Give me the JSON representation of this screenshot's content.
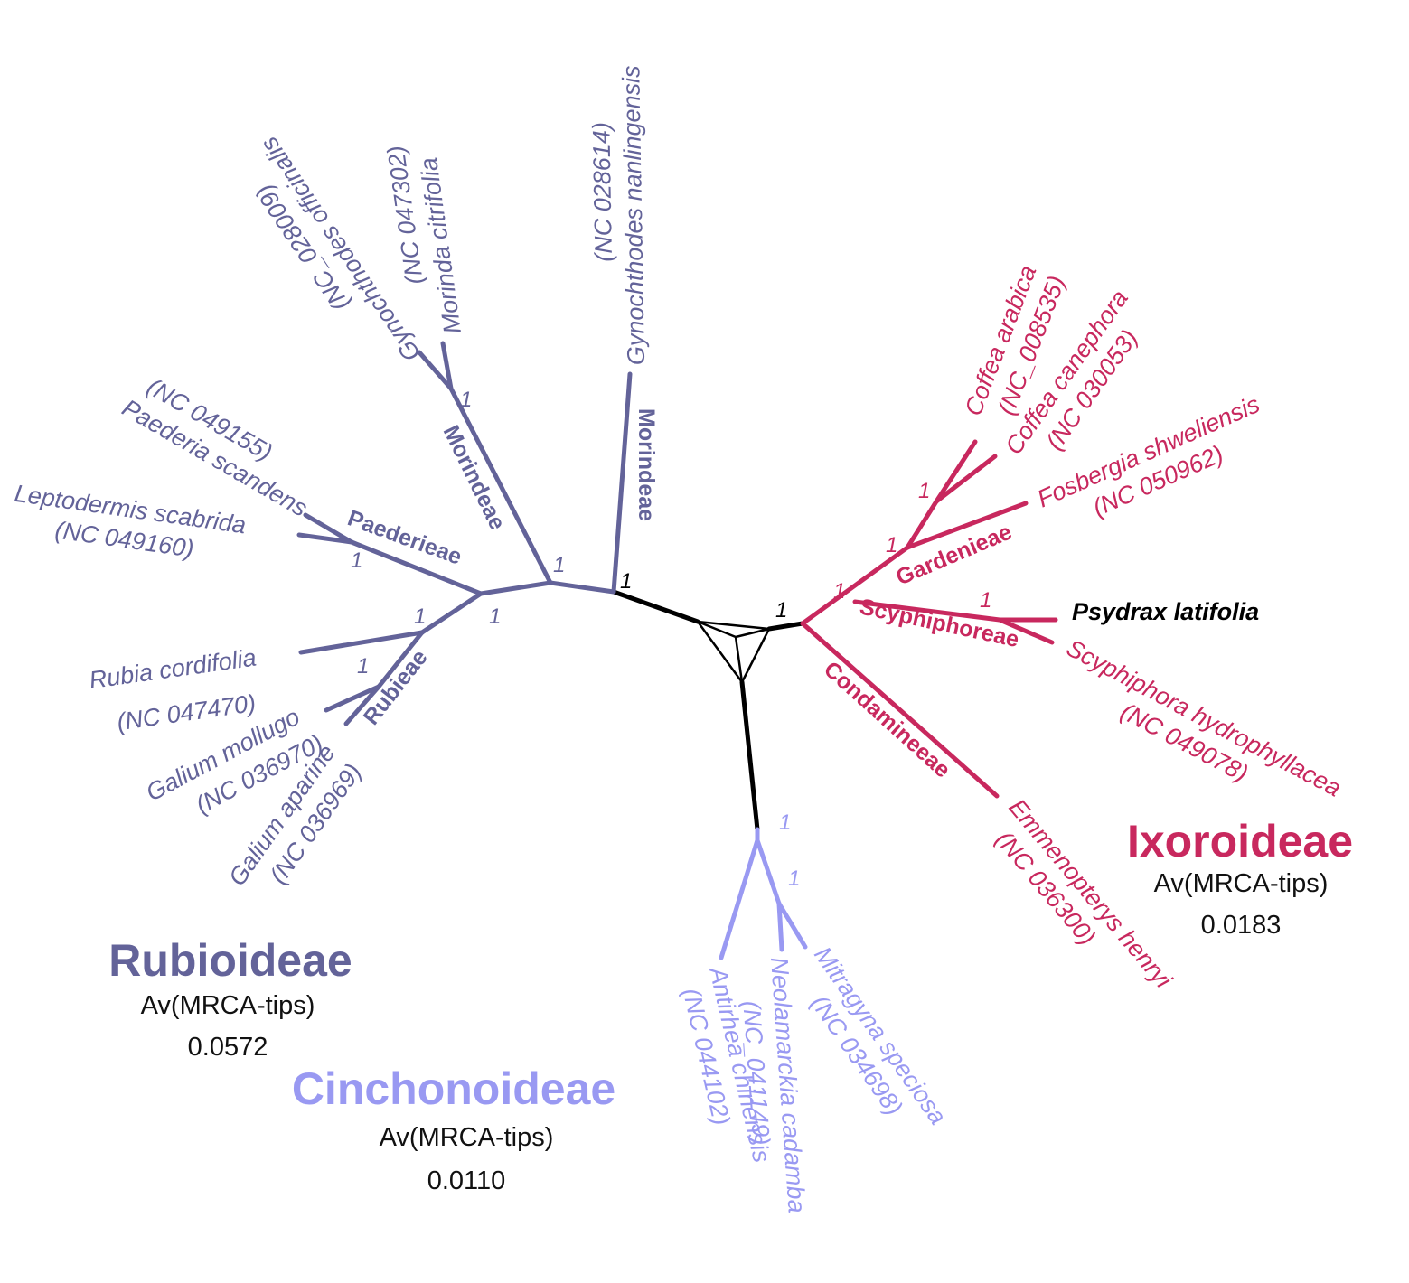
{
  "colors": {
    "rubioideae": "#636399",
    "cinchonoideae": "#9999f2",
    "ixoroideae": "#c8285e",
    "backbone": "#000000"
  },
  "tips": {
    "gynochthodes_nanlingensis": {
      "name": "Gynochthodes nanlingensis",
      "acc": "(NC 028614)"
    },
    "morinda_citrifolia": {
      "name": "Morinda citrifolia",
      "acc": "(NC 047302)"
    },
    "gynochthodes_officinalis": {
      "name": "Gynochthodes officinalis",
      "acc": "(NC_028009)"
    },
    "paederia_scandens": {
      "name": "Paederia scandens",
      "acc": "(NC 049155)"
    },
    "leptodermis_scabrida": {
      "name": "Leptodermis scabrida",
      "acc": "(NC 049160)"
    },
    "rubia_cordifolia": {
      "name": "Rubia cordifolia",
      "acc": "(NC 047470)"
    },
    "galium_mollugo": {
      "name": "Galium mollugo",
      "acc": "(NC 036970)"
    },
    "galium_aparine": {
      "name": "Galium aparine",
      "acc": "(NC 036969)"
    },
    "antirhea_chinensis": {
      "name": "Antirhea chinensis",
      "acc": "(NC 044102)"
    },
    "neolamarckia_cadamba": {
      "name": "Neolamarckia cadamba",
      "acc": "(NC_041149)"
    },
    "mitragyna_speciosa": {
      "name": "Mitragyna speciosa",
      "acc": "(NC 034698)"
    },
    "coffea_arabica": {
      "name": "Coffea arabica",
      "acc": "(NC_008535)"
    },
    "coffea_canephora": {
      "name": "Coffea canephora",
      "acc": "(NC 030053)"
    },
    "fosbergia_shweliensis": {
      "name": "Fosbergia shweliensis",
      "acc": "(NC 050962)"
    },
    "psydrax_latifolia": {
      "name": "Psydrax latifolia"
    },
    "scyphiphora_hydrophyllacea": {
      "name": "Scyphiphora hydrophyllacea",
      "acc": "(NC 049078)"
    },
    "emmenopterys_henryi": {
      "name": "Emmenopterys henryi",
      "acc": "(NC 036300)"
    }
  },
  "tribes": {
    "morindeae_1": "Morindeae",
    "morindeae_2": "Morindeae",
    "paederieae": "Paederieae",
    "rubieae": "Rubieae",
    "gardenieae": "Gardenieae",
    "scyphiphoreae": "Scyphiphoreae",
    "condamineeae": "Condamineeae"
  },
  "support_value": "1",
  "subfamilies": {
    "rubioideae": {
      "label": "Rubioideae",
      "stat_label": "Av(MRCA-tips)",
      "stat_value": "0.0572"
    },
    "cinchonoideae": {
      "label": "Cinchonoideae",
      "stat_label": "Av(MRCA-tips)",
      "stat_value": "0.0110"
    },
    "ixoroideae": {
      "label": "Ixoroideae",
      "stat_label": "Av(MRCA-tips)",
      "stat_value": "0.0183"
    }
  }
}
